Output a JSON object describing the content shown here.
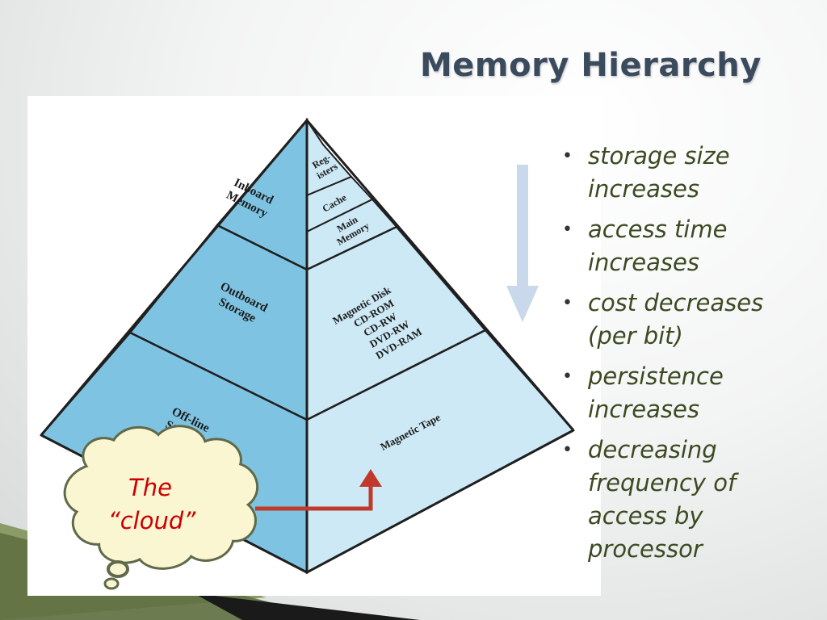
{
  "slide": {
    "title": "Memory Hierarchy"
  },
  "pyramid": {
    "left_labels": {
      "inboard": [
        "Inboard",
        "Memory"
      ],
      "outboard": [
        "Outboard",
        "Storage"
      ],
      "offline": [
        "Off-line",
        "Storage"
      ]
    },
    "right_labels": {
      "registers": [
        "Reg-",
        "isters"
      ],
      "cache": "Cache",
      "main_memory": [
        "Main",
        "Memory"
      ],
      "outboard_media": [
        "Magnetic Disk",
        "CD-ROM",
        "CD-RW",
        "DVD-RW",
        "DVD-RAM"
      ],
      "offline_media": "Magnetic Tape"
    },
    "colors": {
      "left_face": "#7ec4e2",
      "right_face": "#cde9f5",
      "edge": "#1f1f1f",
      "down_arrow": "#c9d8ea",
      "callout_arrow": "#c0392b"
    }
  },
  "callout": {
    "line1": "The",
    "line2": "“cloud”",
    "text_color": "#cc0000",
    "fill_color": "#fbf6d2"
  },
  "bullets": [
    "storage size increases",
    "access time increases",
    "cost decreases (per bit)",
    "persistence increases",
    "decreasing frequency of access by processor"
  ]
}
